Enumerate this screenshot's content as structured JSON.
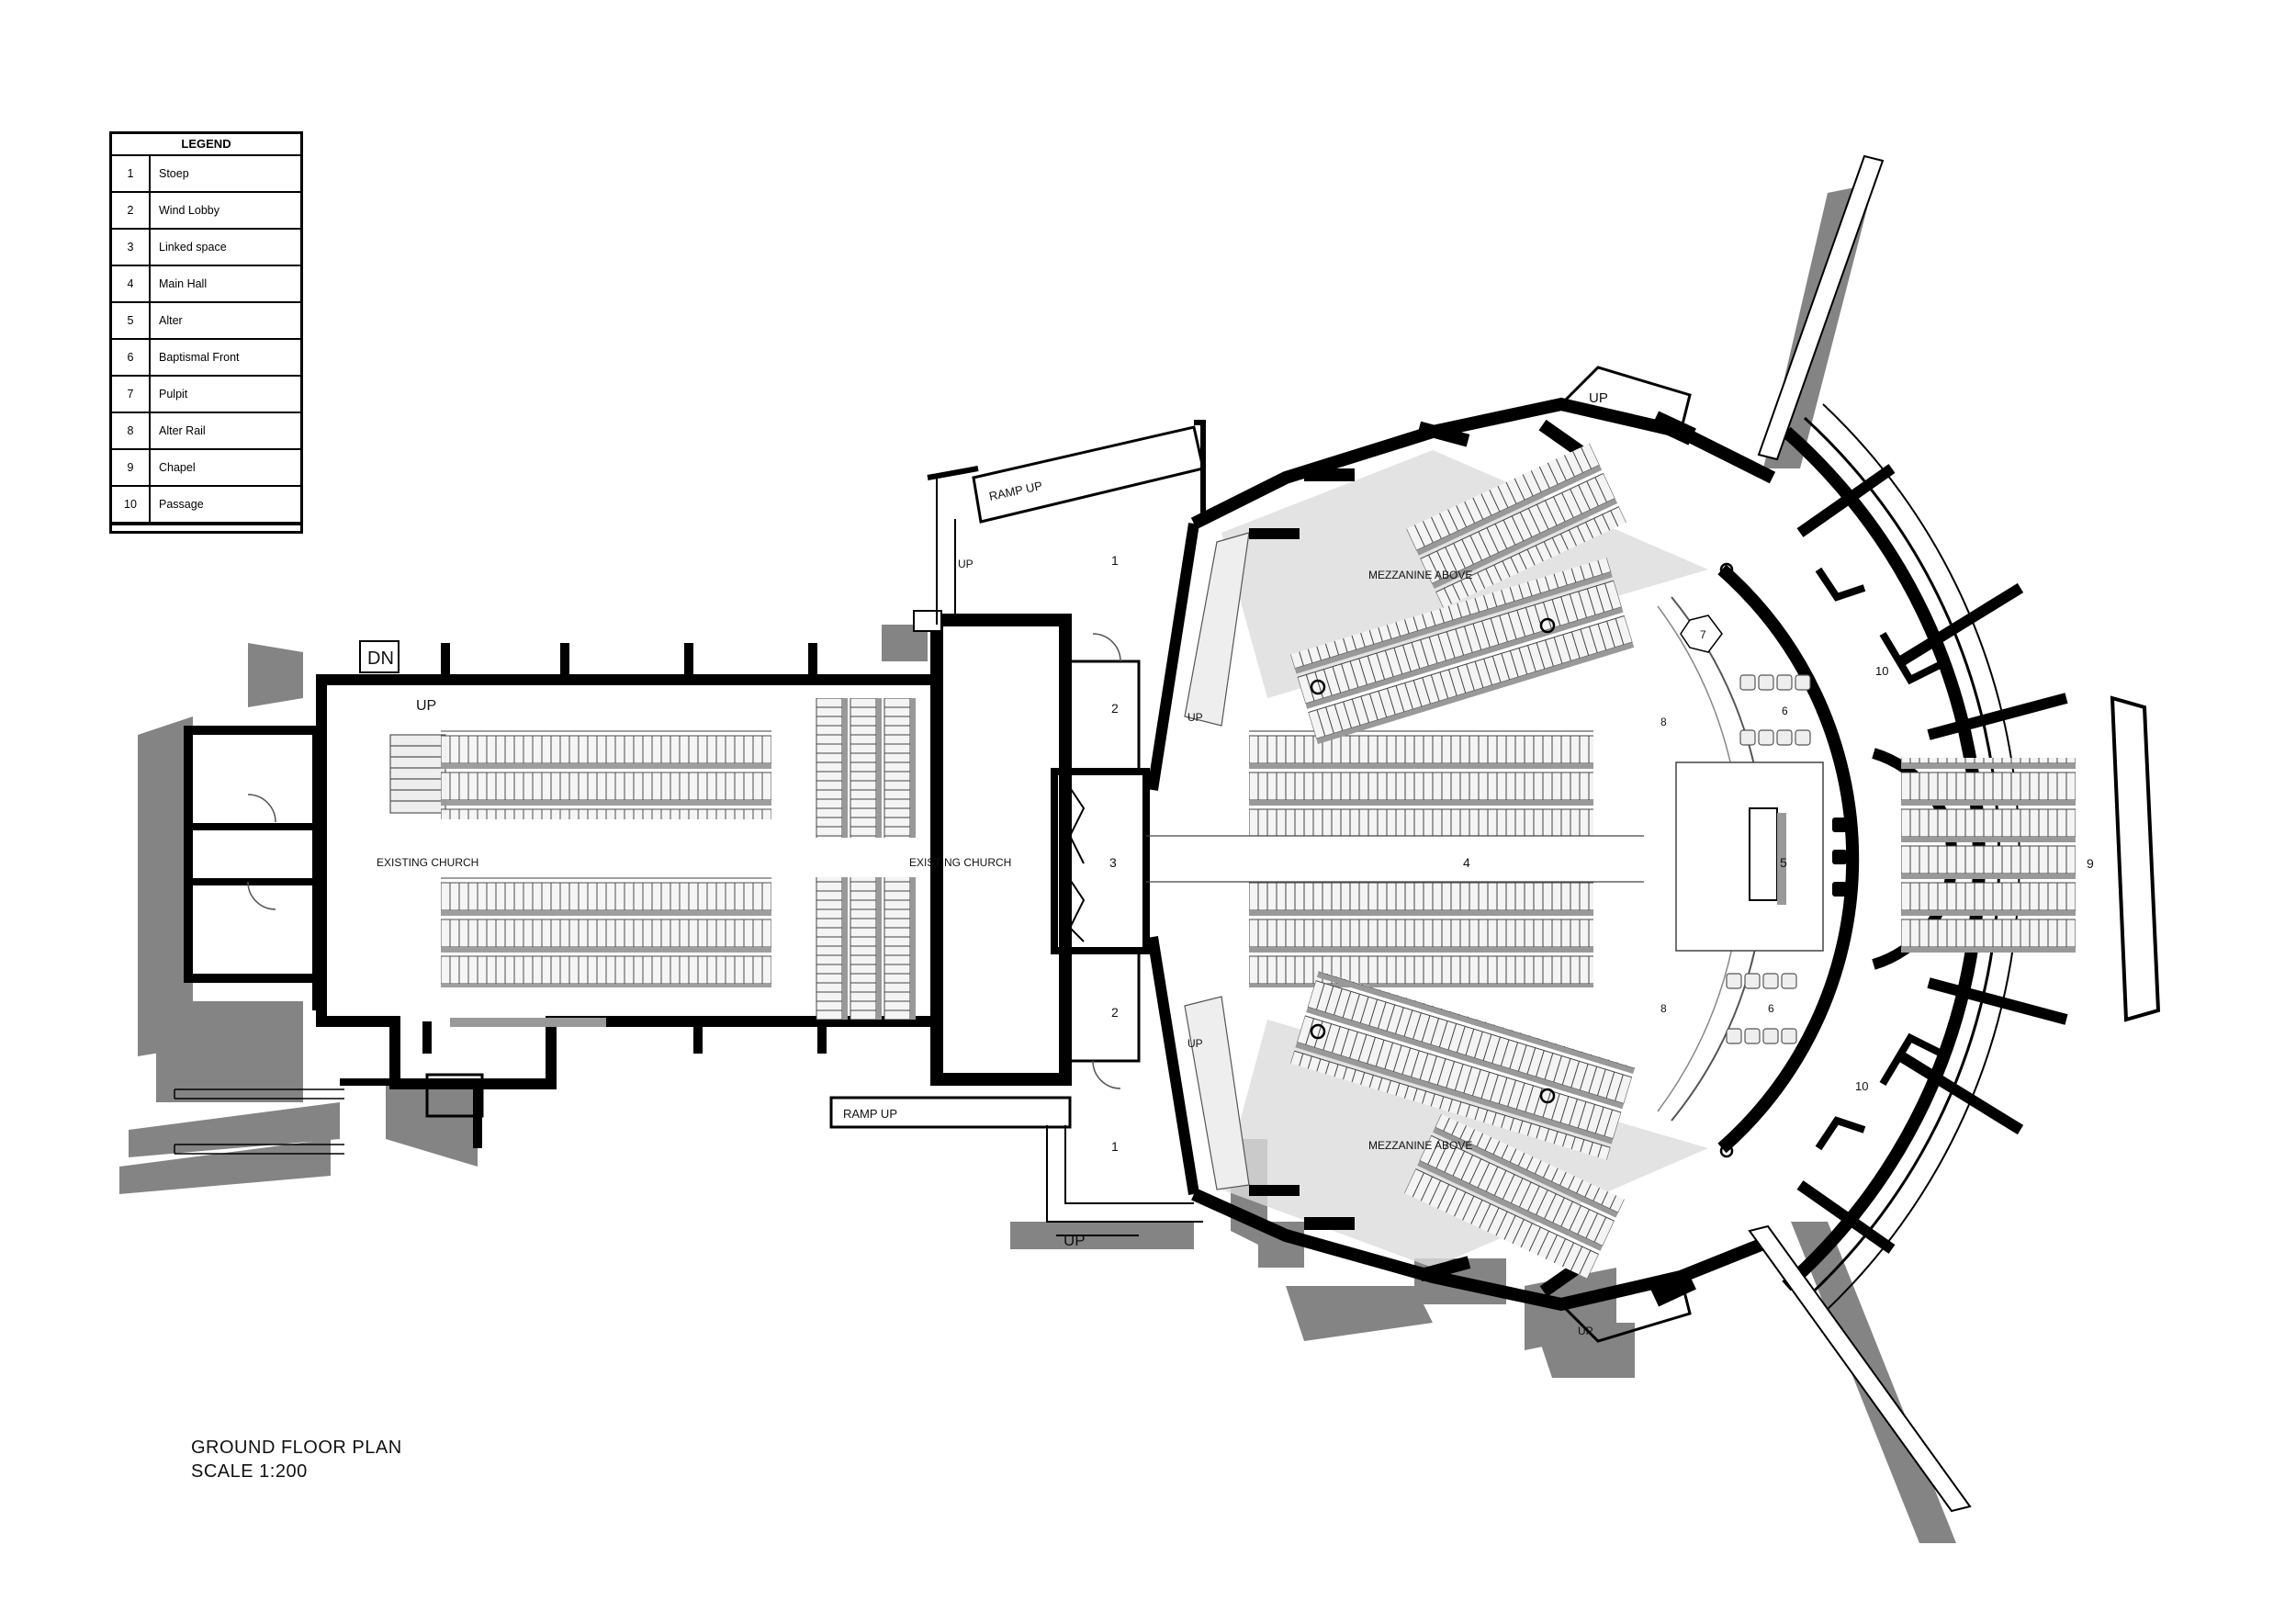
{
  "legend": {
    "title": "LEGEND",
    "items": [
      {
        "num": "1",
        "name": "Stoep"
      },
      {
        "num": "2",
        "name": "Wind Lobby"
      },
      {
        "num": "3",
        "name": "Linked space"
      },
      {
        "num": "4",
        "name": "Main Hall"
      },
      {
        "num": "5",
        "name": "Alter"
      },
      {
        "num": "6",
        "name": "Baptismal Front"
      },
      {
        "num": "7",
        "name": "Pulpit"
      },
      {
        "num": "8",
        "name": "Alter Rail"
      },
      {
        "num": "9",
        "name": "Chapel"
      },
      {
        "num": "10",
        "name": "Passage"
      }
    ]
  },
  "plan_labels": {
    "existing_church": "EXISTING CHURCH",
    "mezzanine_above": "MEZZANINE ABOVE",
    "ramp_up": "RAMP UP",
    "up": "UP",
    "dn": "DN",
    "room_1": "1",
    "room_2": "2",
    "room_3": "3",
    "room_4": "4",
    "room_5": "5",
    "room_6": "6",
    "room_7": "7",
    "room_8": "8",
    "room_9": "9",
    "room_10": "10"
  },
  "caption": {
    "title": "GROUND FLOOR PLAN",
    "scale": "SCALE  1:200"
  }
}
